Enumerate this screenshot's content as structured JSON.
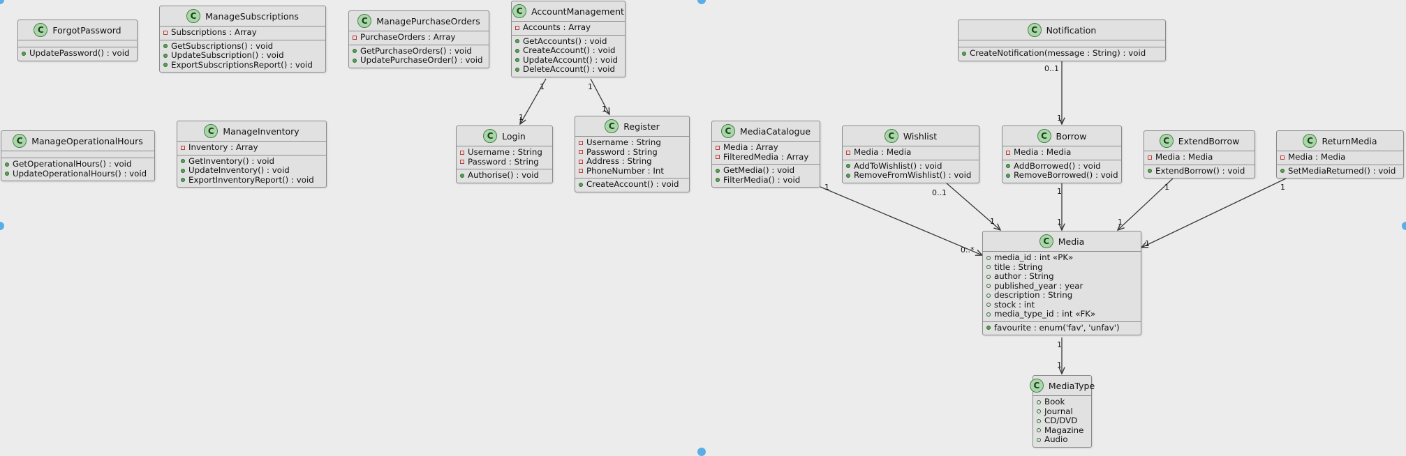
{
  "classes": {
    "forgot": {
      "name": "ForgotPassword",
      "stereotype": "C",
      "attributes": [],
      "methods": [
        {
          "vis": "pub",
          "text": "UpdatePassword() : void"
        }
      ]
    },
    "subs": {
      "name": "ManageSubscriptions",
      "stereotype": "C",
      "attributes": [
        {
          "vis": "priv",
          "text": "Subscriptions : Array"
        }
      ],
      "methods": [
        {
          "vis": "pub",
          "text": "GetSubscriptions() : void"
        },
        {
          "vis": "pub",
          "text": "UpdateSubscription() : void"
        },
        {
          "vis": "pub",
          "text": "ExportSubscriptionsReport() : void"
        }
      ]
    },
    "purchase": {
      "name": "ManagePurchaseOrders",
      "stereotype": "C",
      "attributes": [
        {
          "vis": "priv",
          "text": "PurchaseOrders : Array"
        }
      ],
      "methods": [
        {
          "vis": "pub",
          "text": "GetPurchaseOrders() : void"
        },
        {
          "vis": "pub",
          "text": "UpdatePurchaseOrder() : void"
        }
      ]
    },
    "account": {
      "name": "AccountManagement",
      "stereotype": "C",
      "attributes": [
        {
          "vis": "priv",
          "text": "Accounts : Array"
        }
      ],
      "methods": [
        {
          "vis": "pub",
          "text": "GetAccounts() : void"
        },
        {
          "vis": "pub",
          "text": "CreateAccount() : void"
        },
        {
          "vis": "pub",
          "text": "UpdateAccount() : void"
        },
        {
          "vis": "pub",
          "text": "DeleteAccount() : void"
        }
      ]
    },
    "notification": {
      "name": "Notification",
      "stereotype": "C",
      "attributes": [],
      "methods": [
        {
          "vis": "pub",
          "text": "CreateNotification(message : String) : void"
        }
      ]
    },
    "ophours": {
      "name": "ManageOperationalHours",
      "stereotype": "C",
      "attributes": [],
      "methods": [
        {
          "vis": "pub",
          "text": "GetOperationalHours() : void"
        },
        {
          "vis": "pub",
          "text": "UpdateOperationalHours() : void"
        }
      ]
    },
    "inventory": {
      "name": "ManageInventory",
      "stereotype": "C",
      "attributes": [
        {
          "vis": "priv",
          "text": "Inventory : Array"
        }
      ],
      "methods": [
        {
          "vis": "pub",
          "text": "GetInventory() : void"
        },
        {
          "vis": "pub",
          "text": "UpdateInventory() : void"
        },
        {
          "vis": "pub",
          "text": "ExportInventoryReport() : void"
        }
      ]
    },
    "login": {
      "name": "Login",
      "stereotype": "C",
      "attributes": [
        {
          "vis": "priv",
          "text": "Username : String"
        },
        {
          "vis": "priv",
          "text": "Password : String"
        }
      ],
      "methods": [
        {
          "vis": "pub",
          "text": "Authorise() : void"
        }
      ]
    },
    "register": {
      "name": "Register",
      "stereotype": "C",
      "attributes": [
        {
          "vis": "priv",
          "text": "Username : String"
        },
        {
          "vis": "priv",
          "text": "Password : String"
        },
        {
          "vis": "priv",
          "text": "Address : String"
        },
        {
          "vis": "priv",
          "text": "PhoneNumber : Int"
        }
      ],
      "methods": [
        {
          "vis": "pub",
          "text": "CreateAccount() : void"
        }
      ]
    },
    "catalogue": {
      "name": "MediaCatalogue",
      "stereotype": "C",
      "attributes": [
        {
          "vis": "priv",
          "text": "Media : Array"
        },
        {
          "vis": "priv",
          "text": "FilteredMedia : Array"
        }
      ],
      "methods": [
        {
          "vis": "pub",
          "text": "GetMedia() : void"
        },
        {
          "vis": "pub",
          "text": "FilterMedia() : void"
        }
      ]
    },
    "wishlist": {
      "name": "Wishlist",
      "stereotype": "C",
      "attributes": [
        {
          "vis": "priv",
          "text": "Media : Media"
        }
      ],
      "methods": [
        {
          "vis": "pub",
          "text": "AddToWishlist() : void"
        },
        {
          "vis": "pub",
          "text": "RemoveFromWishlist() : void"
        }
      ]
    },
    "borrow": {
      "name": "Borrow",
      "stereotype": "C",
      "attributes": [
        {
          "vis": "priv",
          "text": "Media : Media"
        }
      ],
      "methods": [
        {
          "vis": "pub",
          "text": "AddBorrowed() : void"
        },
        {
          "vis": "pub",
          "text": "RemoveBorrowed() : void"
        }
      ]
    },
    "extend": {
      "name": "ExtendBorrow",
      "stereotype": "C",
      "attributes": [
        {
          "vis": "priv",
          "text": "Media : Media"
        }
      ],
      "methods": [
        {
          "vis": "pub",
          "text": "ExtendBorrow() : void"
        }
      ]
    },
    "returnm": {
      "name": "ReturnMedia",
      "stereotype": "C",
      "attributes": [
        {
          "vis": "priv",
          "text": "Media : Media"
        }
      ],
      "methods": [
        {
          "vis": "pub",
          "text": "SetMediaReturned() : void"
        }
      ]
    },
    "media": {
      "name": "Media",
      "stereotype": "C",
      "attributes": [
        {
          "vis": "pubo",
          "text": "media_id : int «PK»"
        },
        {
          "vis": "pubo",
          "text": "title : String"
        },
        {
          "vis": "pubo",
          "text": "author : String"
        },
        {
          "vis": "pubo",
          "text": "published_year : year"
        },
        {
          "vis": "pubo",
          "text": "description : String"
        },
        {
          "vis": "pubo",
          "text": "stock : int"
        },
        {
          "vis": "pubo",
          "text": "media_type_id : int «FK»"
        }
      ],
      "methods": [
        {
          "vis": "pub",
          "text": "favourite : enum('fav', 'unfav')"
        }
      ]
    },
    "mediatype": {
      "name": "MediaType",
      "stereotype": "C",
      "attributes": [
        {
          "vis": "pubo",
          "text": "Book"
        },
        {
          "vis": "pubo",
          "text": "Journal"
        },
        {
          "vis": "pubo",
          "text": "CD/DVD"
        },
        {
          "vis": "pubo",
          "text": "Magazine"
        },
        {
          "vis": "pubo",
          "text": "Audio"
        }
      ],
      "methods": []
    }
  },
  "relations": [
    {
      "from": "account",
      "to": "login",
      "src_mult": "1",
      "dst_mult": "1"
    },
    {
      "from": "account",
      "to": "register",
      "src_mult": "1",
      "dst_mult": "1"
    },
    {
      "from": "notification",
      "to": "borrow",
      "src_mult": "0..1",
      "dst_mult": "1"
    },
    {
      "from": "catalogue",
      "to": "media",
      "src_mult": "1",
      "dst_mult": "0..*"
    },
    {
      "from": "wishlist",
      "to": "media",
      "src_mult": "0..1",
      "dst_mult": "1"
    },
    {
      "from": "borrow",
      "to": "media",
      "src_mult": "1",
      "dst_mult": "1"
    },
    {
      "from": "extend",
      "to": "media",
      "src_mult": "1",
      "dst_mult": "1"
    },
    {
      "from": "returnm",
      "to": "media",
      "src_mult": "1",
      "dst_mult": "1"
    },
    {
      "from": "media",
      "to": "mediatype",
      "src_mult": "1",
      "dst_mult": "1"
    }
  ],
  "colors": {
    "line": "#3a3a3a",
    "class_fill": "#e1e1e1",
    "class_border": "#8a8a8a",
    "stereotype_fill": "#a8d8a8",
    "handle": "#5aaee6"
  }
}
